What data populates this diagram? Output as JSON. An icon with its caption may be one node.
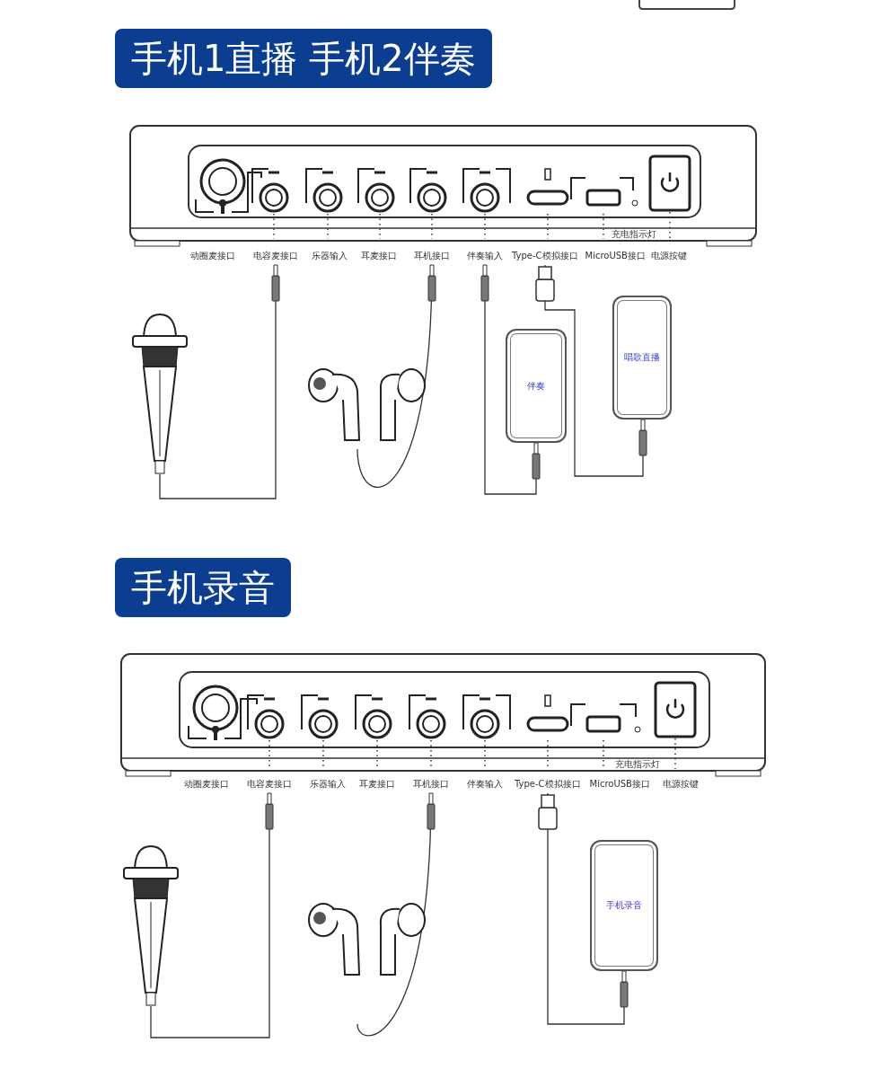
{
  "diagram": {
    "nodes": [
      {
        "text": [
          "动圈麦接口"
        ]
      },
      {
        "text": [
          "电容麦接口"
        ]
      },
      {
        "text": [
          "乐器输入"
        ]
      },
      {
        "text": [
          "耳麦接口"
        ]
      },
      {
        "text": [
          "耳机接口"
        ]
      },
      {
        "text": [
          "伴奏输入"
        ]
      },
      {
        "text": [
          "Type-C模拟接口"
        ]
      },
      {
        "text": [
          "MicroUSB接口"
        ]
      },
      {
        "text": [
          "电源按键"
        ]
      },
      {
        "text": [],
        "shape": "picture"
      },
      {
        "text": [],
        "shape": "picture"
      },
      {
        "text": [
          "伴奏"
        ]
      },
      {
        "text": [
          "唱歌直播"
        ]
      },
      {
        "text": [
          "动圈麦接口"
        ]
      },
      {
        "text": [
          "电容麦接口"
        ]
      },
      {
        "text": [
          "乐器输入"
        ]
      },
      {
        "text": [
          "耳麦接口"
        ]
      },
      {
        "text": [
          "耳机接口"
        ]
      },
      {
        "text": [
          "伴奏输入"
        ]
      },
      {
        "text": [
          "Type-C模拟接口"
        ]
      },
      {
        "text": [
          "MicroUSB接口"
        ]
      },
      {
        "text": [
          "电源按键"
        ]
      },
      {
        "text": [],
        "shape": "picture"
      },
      {
        "text": [],
        "shape": "picture"
      },
      {
        "text": [
          "手机录音"
        ]
      }
    ],
    "edges": [
      {
        "from": 9,
        "to": 1,
        "arrow": "other"
      },
      {
        "from": 10,
        "to": 4,
        "arrow": "other"
      },
      {
        "from": 11,
        "to": 5,
        "arrow": "other"
      },
      {
        "from": 12,
        "to": 6,
        "arrow": "other"
      },
      {
        "from": 22,
        "to": 14,
        "arrow": "other"
      },
      {
        "from": 23,
        "to": 17,
        "arrow": "other"
      },
      {
        "from": 24,
        "to": 19,
        "arrow": "other"
      }
    ],
    "labels": [
      "手机1直播 手机2伴奏",
      "充电指示灯",
      "手机录音",
      "充电指示灯"
    ]
  }
}
